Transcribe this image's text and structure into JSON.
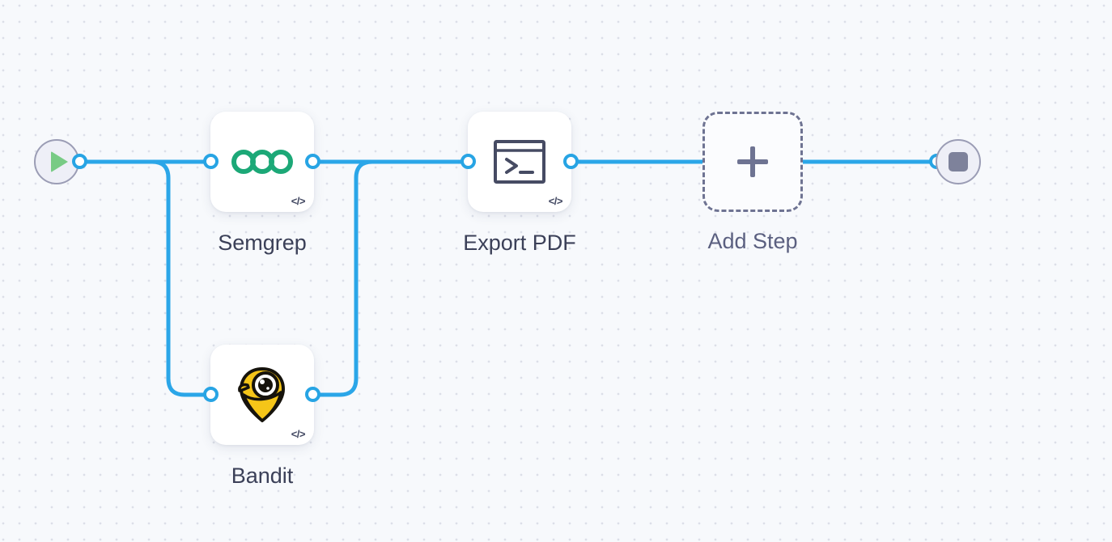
{
  "canvas": {
    "background_color": "#f7f9fc",
    "dot_color": "#dcdfe8",
    "edge_color": "#2ba6e8",
    "port_color": "#27a4e4"
  },
  "start_node": {
    "name": "Start",
    "icon": "play-icon",
    "icon_color": "#78cb85",
    "fill": "#eeeff7",
    "border": "#9b9db5"
  },
  "end_node": {
    "name": "End",
    "icon": "stop-icon",
    "icon_color": "#7e829b",
    "fill": "#eeeff7",
    "border": "#9b9db5"
  },
  "nodes": [
    {
      "id": "semgrep",
      "label": "Semgrep",
      "icon": "semgrep-logo-icon",
      "icon_color": "#1ca877",
      "badge": "</>",
      "badge_name": "code-badge-icon"
    },
    {
      "id": "bandit",
      "label": "Bandit",
      "icon": "bandit-logo-icon",
      "icon_color": "#f5c518",
      "badge": "</>",
      "badge_name": "code-badge-icon"
    },
    {
      "id": "export_pdf",
      "label": "Export PDF",
      "icon": "terminal-icon",
      "icon_color": "#464b63",
      "badge": "</>",
      "badge_name": "code-badge-icon"
    }
  ],
  "add_step": {
    "label": "Add Step",
    "icon": "plus-icon",
    "color": "#6e7392"
  }
}
